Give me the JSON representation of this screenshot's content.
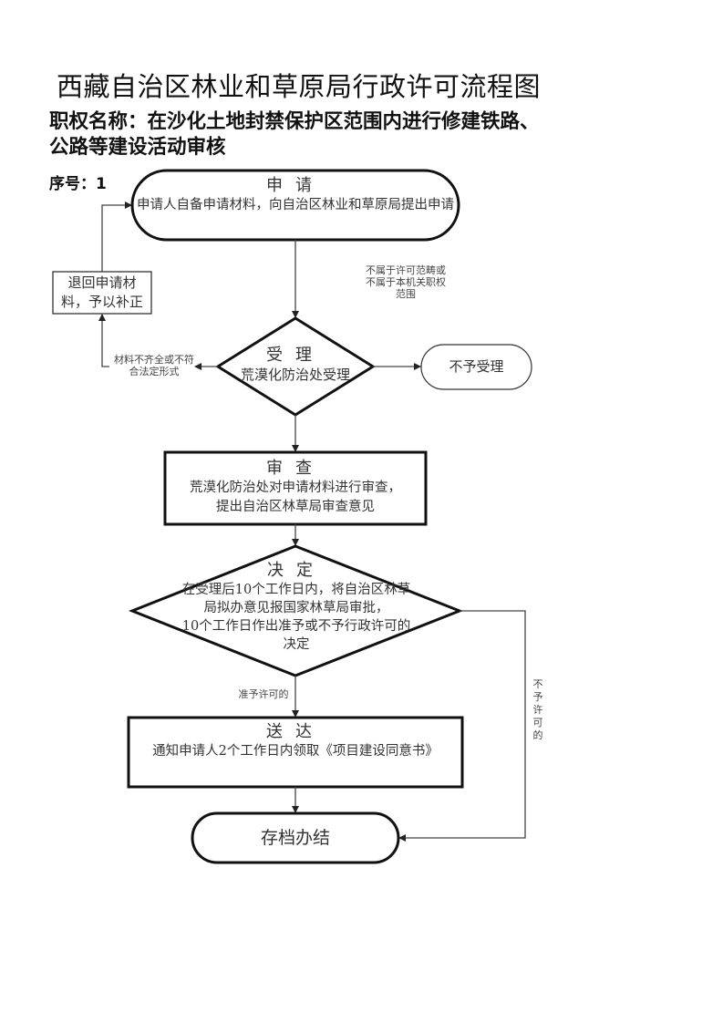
{
  "header": {
    "title": "西藏自治区林业和草原局行政许可流程图",
    "authority_name": "职权名称：在沙化土地封禁保护区范围内进行修建铁路、公路等建设活动审核",
    "serial": "序号：1"
  },
  "nodes": {
    "apply": {
      "title": "申请",
      "desc": "申请人自备申请材料，向自治区林业和草原局提出申请"
    },
    "return_materials": {
      "desc": "退回申请材料，予以补正"
    },
    "accept": {
      "title": "受理",
      "desc": "荒漠化防治处受理"
    },
    "reject_accept": {
      "desc": "不予受理"
    },
    "review": {
      "title": "审查",
      "desc_lines": [
        "荒漠化防治处对申请材料进行审查，",
        "提出自治区林草局审查意见"
      ]
    },
    "decide": {
      "title": "决定",
      "desc_lines": [
        "在受理后10个工作日内，将自治区林草",
        "局拟办意见报国家林草局审批，",
        "10个工作日作出准予或不予行政许可的",
        "决定"
      ]
    },
    "deliver": {
      "title": "送达",
      "desc": "通知申请人2个工作日内领取《项目建设同意书》"
    },
    "archive": {
      "desc": "存档办结"
    }
  },
  "edge_labels": {
    "out_of_scope": "不属于许可范畴或不属于本机关职权范围",
    "incomplete": "材料不齐全或不符合法定形式",
    "approved": "准予许可的",
    "not_approved": "不予许可的"
  }
}
